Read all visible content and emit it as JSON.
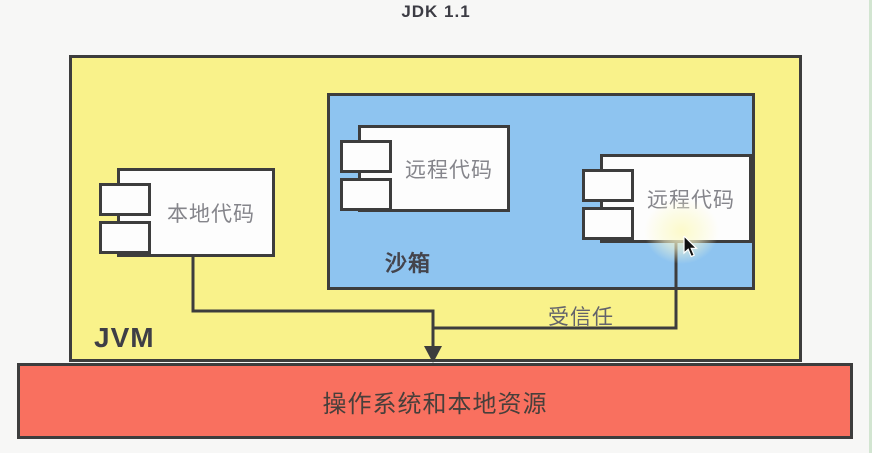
{
  "title": "JDK 1.1",
  "jvm": {
    "label": "JVM"
  },
  "sandbox": {
    "label": "沙箱"
  },
  "nodes": {
    "local_code": {
      "label": "本地代码"
    },
    "remote_sandboxed": {
      "label": "远程代码"
    },
    "remote_trusted": {
      "label": "远程代码"
    }
  },
  "edges": {
    "trusted_label": "受信任"
  },
  "os_bar": {
    "label": "操作系统和本地资源"
  },
  "colors": {
    "jvm_bg": "#f9f28a",
    "sandbox_bg": "#8ec4f0",
    "os_bar_bg": "#f9705f",
    "node_bg": "#fdfdfd",
    "border": "#3d3d3d",
    "node_text": "#85858b",
    "dark_text": "#3e3e46",
    "page_bg": "#f7f7f6"
  }
}
